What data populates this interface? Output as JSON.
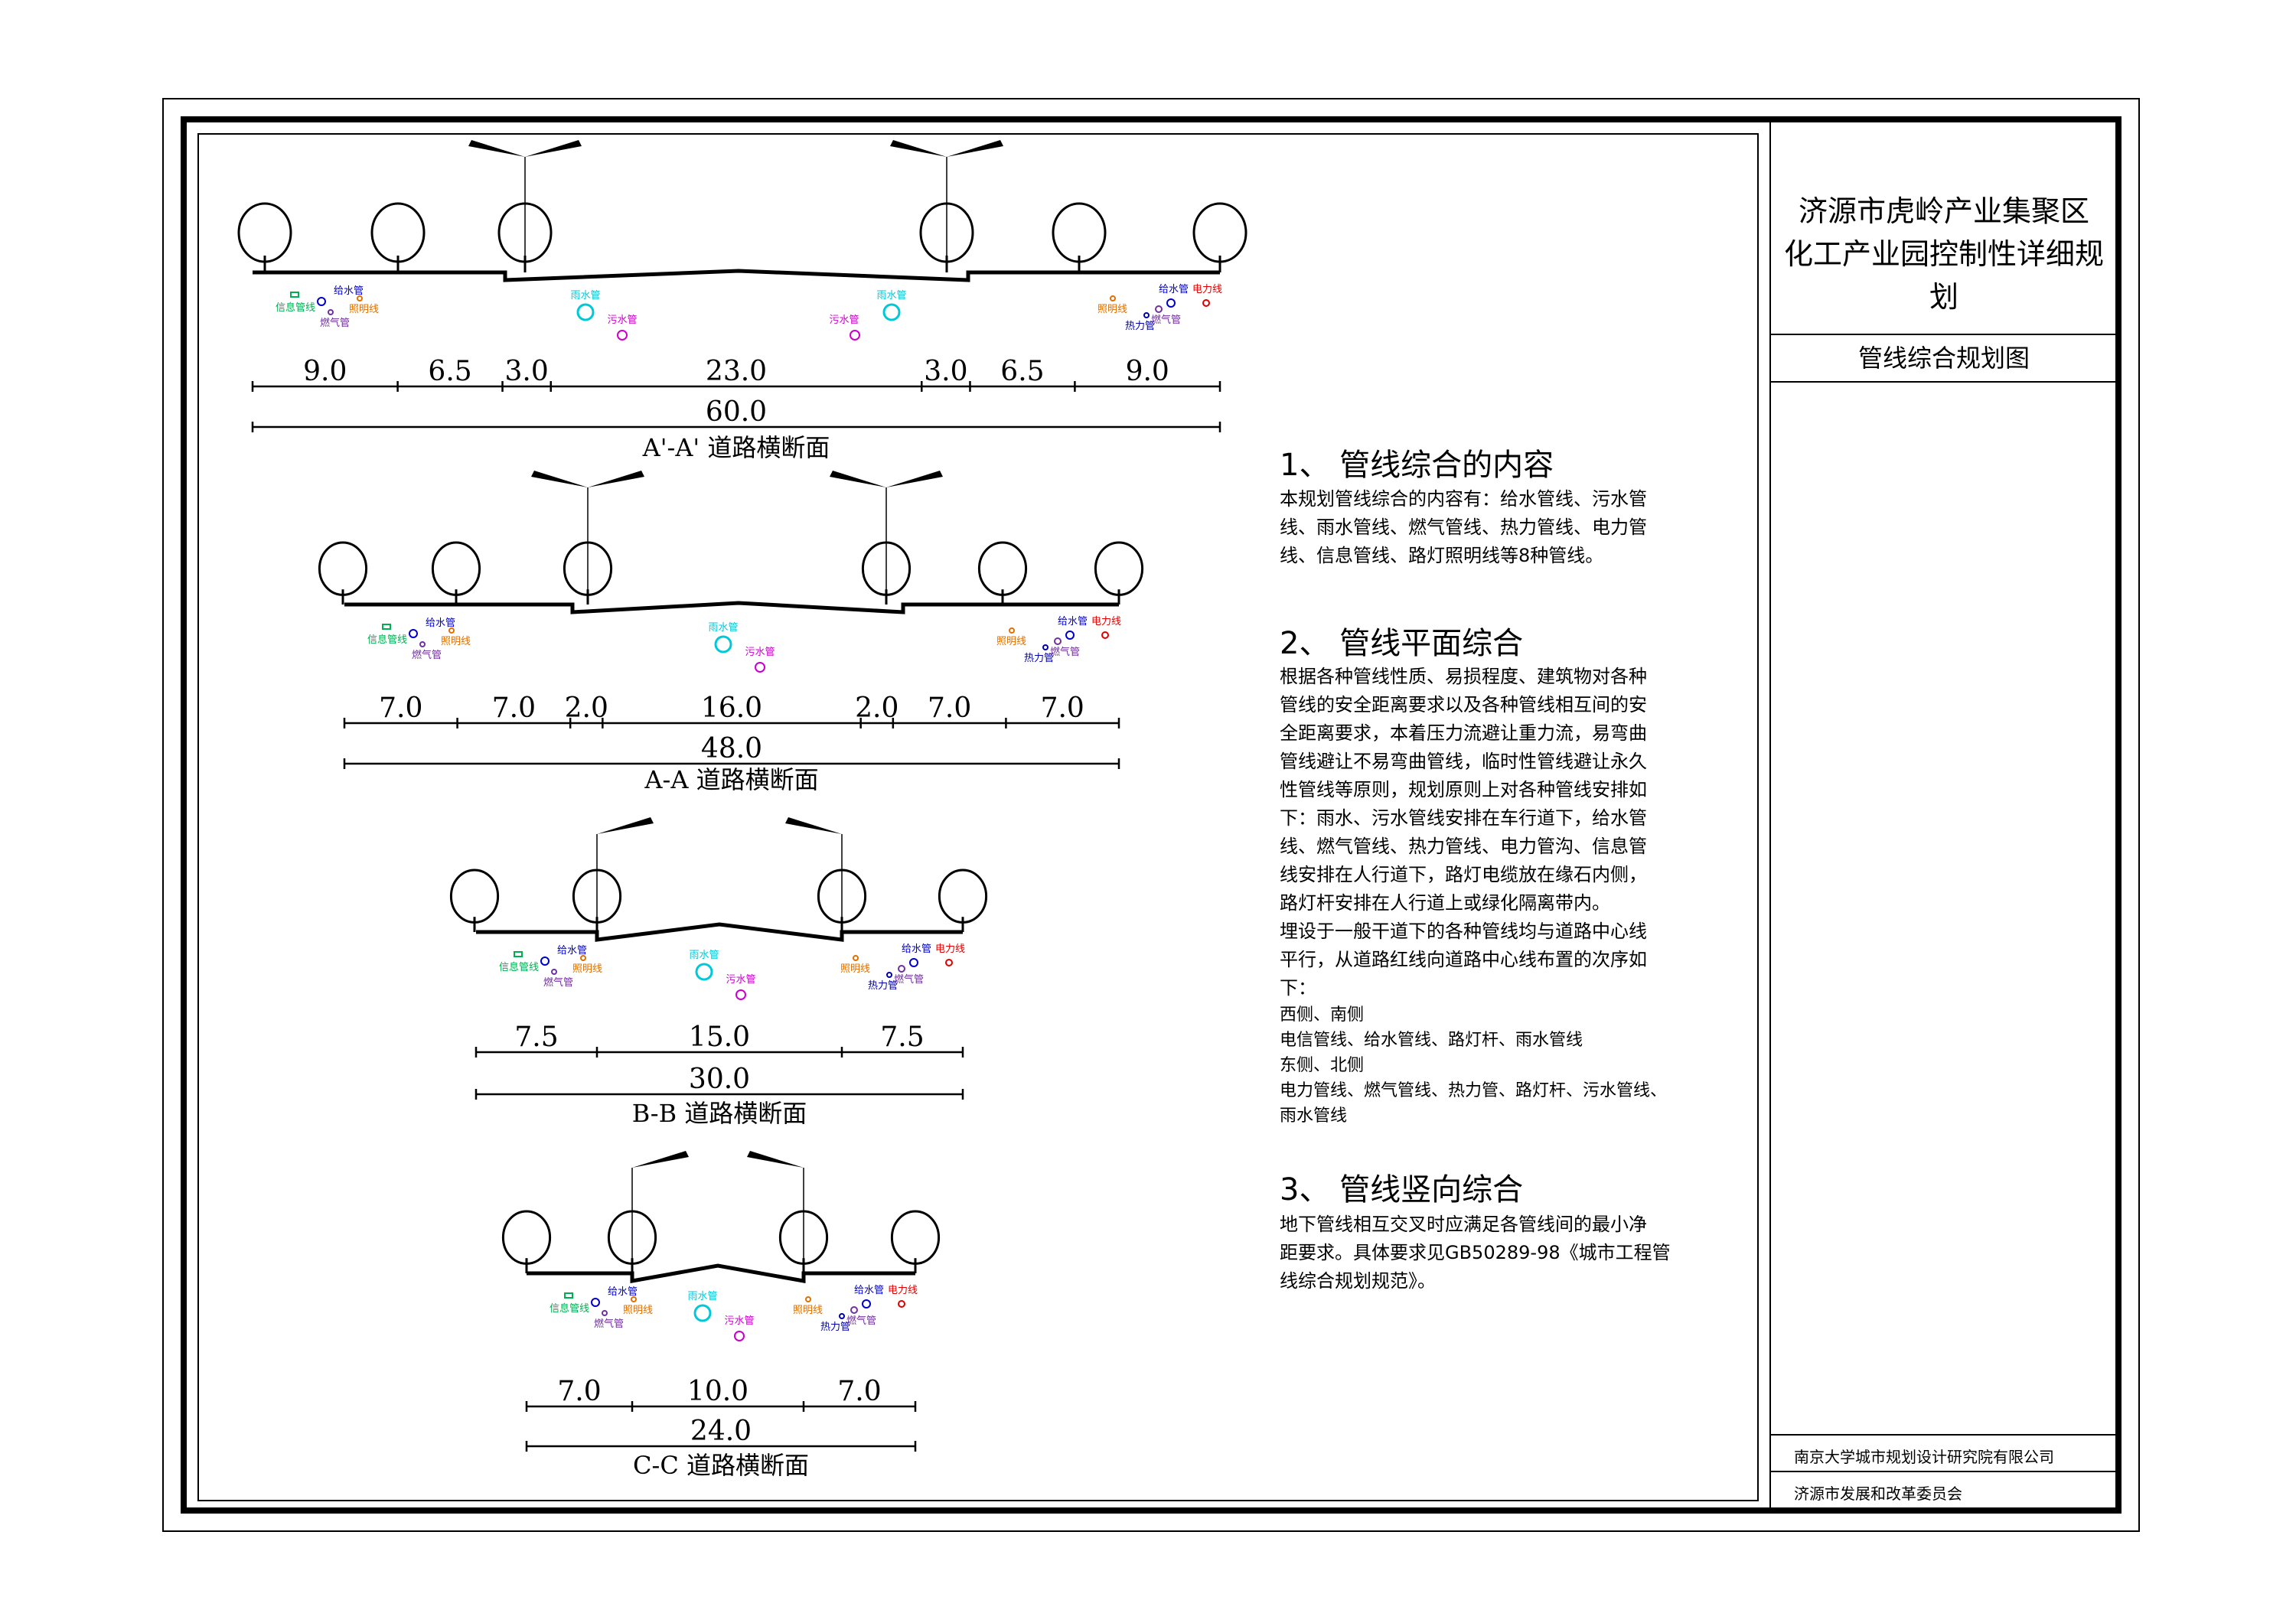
{
  "title_block": {
    "project_line1": "济源市虎岭产业集聚区",
    "project_line2": "化工产业园控制性详细规划",
    "drawing_name": "管线综合规划图",
    "designer": "南京大学城市规划设计研究院有限公司",
    "client": "济源市发展和改革委员会"
  },
  "sections": [
    {
      "heading": "1、  管线综合的内容",
      "paragraphs": [
        "本规划管线综合的内容有：给水管线、污水管",
        "线、雨水管线、燃气管线、热力管线、电力管",
        "线、信息管线、路灯照明线等8种管线。"
      ]
    },
    {
      "heading": "2、  管线平面综合",
      "paragraphs": [
        "根据各种管线性质、易损程度、建筑物对各种",
        "管线的安全距离要求以及各种管线相互间的安",
        "全距离要求，本着压力流避让重力流，易弯曲",
        "管线避让不易弯曲管线，临时性管线避让永久",
        "性管线等原则，规划原则上对各种管线安排如",
        "下：雨水、污水管线安排在车行道下，给水管",
        "线、燃气管线、热力管线、电力管沟、信息管",
        "线安排在人行道下，路灯电缆放在缘石内侧，",
        "路灯杆安排在人行道上或绿化隔离带内。",
        "埋设于一般干道下的各种管线均与道路中心线",
        "平行，从道路红线向道路中心线布置的次序如",
        "下：",
        "西侧、南侧",
        "电信管线、给水管线、路灯杆、雨水管线",
        "东侧、北侧",
        "电力管线、燃气管线、热力管、路灯杆、污水管线、",
        "雨水管线"
      ]
    },
    {
      "heading": "3、  管线竖向综合",
      "paragraphs": [
        "地下管线相互交叉时应满足各管线间的最小净",
        "距要求。具体要求见GB50289-98《城市工程管",
        "线综合规划规范》。"
      ]
    }
  ],
  "colors": {
    "telecom": "#00b050",
    "water": "#0000cc",
    "gas": "#7030a0",
    "lighting": "#e07000",
    "rain": "#00c8d8",
    "sewage": "#cc00cc",
    "heat": "#0000aa",
    "power": "#e00000"
  },
  "pipe_labels": {
    "telecom": "信息管线",
    "water": "给水管",
    "gas": "燃气管",
    "lighting": "照明线",
    "rain": "雨水管",
    "sewage": "污水管",
    "heat": "热力管",
    "power": "电力线"
  },
  "cross_sections": [
    {
      "name": "A'-A' 道路横断面",
      "segments": [
        "9.0",
        "6.5",
        "3.0",
        "23.0",
        "3.0",
        "6.5",
        "9.0"
      ],
      "total": "60.0"
    },
    {
      "name": "A-A 道路横断面",
      "segments": [
        "7.0",
        "7.0",
        "2.0",
        "16.0",
        "2.0",
        "7.0",
        "7.0"
      ],
      "total": "48.0"
    },
    {
      "name": "B-B 道路横断面",
      "segments": [
        "7.5",
        "15.0",
        "7.5"
      ],
      "total": "30.0"
    },
    {
      "name": "C-C 道路横断面",
      "segments": [
        "7.0",
        "10.0",
        "7.0"
      ],
      "total": "24.0"
    }
  ]
}
